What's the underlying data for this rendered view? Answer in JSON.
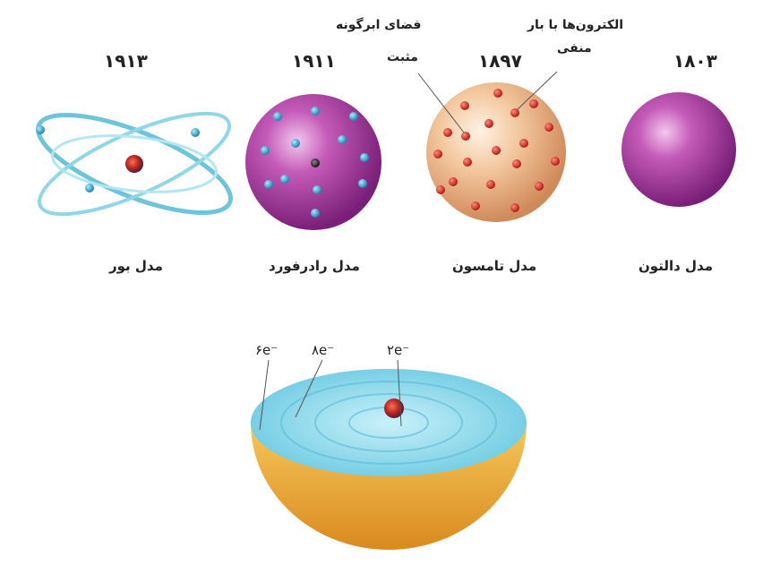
{
  "models": [
    {
      "year": "۱۹۱۳",
      "name": "مدل بور"
    },
    {
      "year": "۱۹۱۱",
      "name": "مدل رادرفورد"
    },
    {
      "year": "۱۸۹۷",
      "name": "مدل تامسون"
    },
    {
      "year": "۱۸۰۳",
      "name": "مدل دالتون"
    }
  ],
  "callouts": {
    "positive_space": "فضای ابرگونه مثبت",
    "positive_space_line1": "فضای ابرگونه",
    "positive_space_line2": "مثبت",
    "electrons_line1": "الکترون‌ها با بار",
    "electrons_line2": "منفی"
  },
  "shells": [
    "۶e⁻",
    "۸e⁻",
    "۲e⁻"
  ],
  "colors": {
    "dalton": "#a8329a",
    "rutherford": "#a8329a",
    "thomson": "#f0b98a",
    "electron_red": "#d42a1f",
    "electron_blue": "#2aa6c9",
    "orbit": "#6ec5da",
    "hemisphere_gold": "#e8a93a",
    "hemisphere_cut": "#7fd3e6",
    "nucleus": "#c0392b"
  }
}
